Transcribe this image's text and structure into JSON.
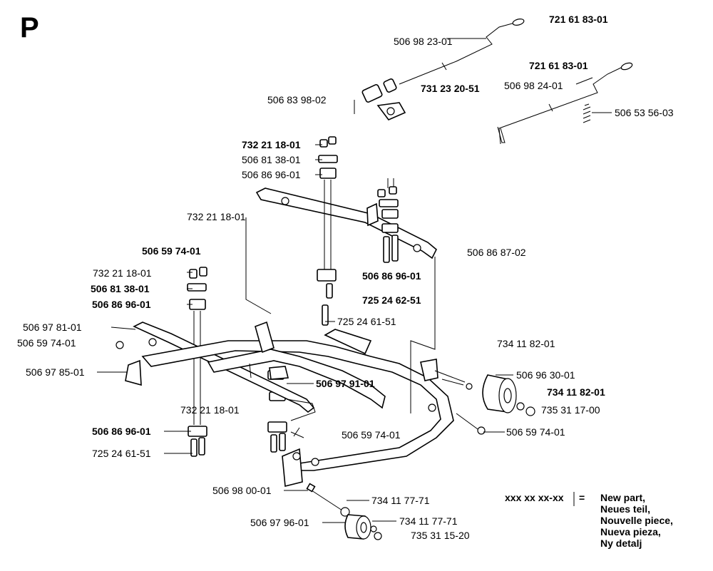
{
  "section_letter": "P",
  "part_labels": [
    {
      "id": "l01",
      "text": "721 61 83-01"
    },
    {
      "id": "l02",
      "text": "506 98 23-01"
    },
    {
      "id": "l03",
      "text": "721 61 83-01"
    },
    {
      "id": "l04",
      "text": "506 98 24-01"
    },
    {
      "id": "l05",
      "text": "506 83 98-02"
    },
    {
      "id": "l06",
      "text": "731 23 20-51"
    },
    {
      "id": "l07",
      "text": "506 53 56-03"
    },
    {
      "id": "l08",
      "text": "732 21 18-01"
    },
    {
      "id": "l09",
      "text": "506 81 38-01"
    },
    {
      "id": "l10",
      "text": "506 86 96-01"
    },
    {
      "id": "l11",
      "text": "732 21 18-01"
    },
    {
      "id": "l12",
      "text": "506 59 74-01"
    },
    {
      "id": "l13",
      "text": "732 21 18-01"
    },
    {
      "id": "l14",
      "text": "506 81 38-01"
    },
    {
      "id": "l15",
      "text": "506 86 96-01"
    },
    {
      "id": "l16",
      "text": "506 86 87-02"
    },
    {
      "id": "l17",
      "text": "506 86 96-01"
    },
    {
      "id": "l18",
      "text": "725 24 62-51"
    },
    {
      "id": "l19",
      "text": "725 24 61-51"
    },
    {
      "id": "l20",
      "text": "506 97 81-01"
    },
    {
      "id": "l21",
      "text": "506 59 74-01"
    },
    {
      "id": "l22",
      "text": "734 11 82-01"
    },
    {
      "id": "l23",
      "text": "506 97 85-01"
    },
    {
      "id": "l24",
      "text": "506 97 91-01"
    },
    {
      "id": "l25",
      "text": "506 96 30-01"
    },
    {
      "id": "l26",
      "text": "734 11 82-01"
    },
    {
      "id": "l27",
      "text": "732 21 18-01"
    },
    {
      "id": "l28",
      "text": "735 31 17-00"
    },
    {
      "id": "l29",
      "text": "506 86 96-01"
    },
    {
      "id": "l30",
      "text": "506 59 74-01"
    },
    {
      "id": "l31",
      "text": "506 59 74-01"
    },
    {
      "id": "l32",
      "text": "725 24 61-51"
    },
    {
      "id": "l33",
      "text": "506 98 00-01"
    },
    {
      "id": "l34",
      "text": "734 11 77-71"
    },
    {
      "id": "l35",
      "text": "506 97 96-01"
    },
    {
      "id": "l36",
      "text": "734 11 77-71"
    },
    {
      "id": "l37",
      "text": "735 31 15-20"
    }
  ],
  "legend": {
    "code": "xxx xx xx-xx",
    "equals": "=",
    "lines": [
      "New part,",
      "Neues teil,",
      "Nouvelle piece,",
      "Nueva pieza,",
      "Ny detalj"
    ]
  }
}
